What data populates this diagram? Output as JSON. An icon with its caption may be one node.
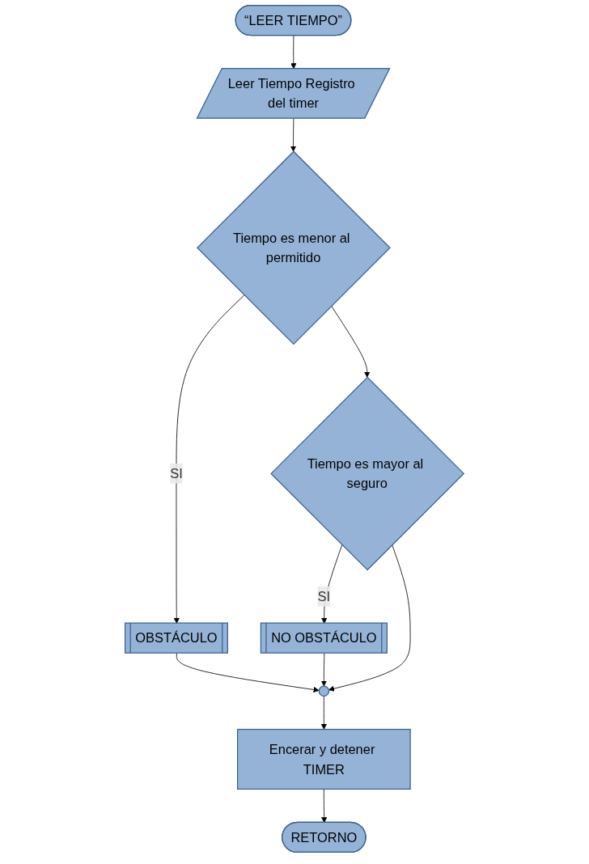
{
  "diagram": {
    "nodes": [
      {
        "text": [
          "“LEER TIEMPO”"
        ]
      },
      {
        "text": [
          "Leer Tiempo Registro del timer"
        ]
      },
      {
        "text": [
          "Tiempo es menor al permitido"
        ]
      },
      {
        "text": [
          "OBSTÁCULO"
        ]
      },
      {
        "text": [
          "Tiempo es mayor al seguro"
        ]
      },
      {
        "text": [
          "NO OBSTÁCULO"
        ]
      },
      {
        "text": [],
        "shape": "circle"
      },
      {
        "text": [
          "Encerar y detener TIMER"
        ]
      },
      {
        "text": [
          "RETORNO"
        ]
      }
    ],
    "edges": [
      {
        "from": 0,
        "to": 1,
        "arrow": "to"
      },
      {
        "from": 1,
        "to": 2,
        "arrow": "to"
      },
      {
        "from": 2,
        "to": 3,
        "label": "SI",
        "arrow": "to"
      },
      {
        "from": 2,
        "to": 4,
        "arrow": "to"
      },
      {
        "from": 4,
        "to": 5,
        "label": "SI",
        "arrow": "to"
      },
      {
        "from": 4,
        "to": 6,
        "arrow": "to"
      },
      {
        "from": 3,
        "to": 6,
        "arrow": "to"
      },
      {
        "from": 5,
        "to": 6,
        "arrow": "to"
      },
      {
        "from": 6,
        "to": 7,
        "arrow": "to"
      },
      {
        "from": 7,
        "to": 8,
        "arrow": "to"
      }
    ]
  }
}
